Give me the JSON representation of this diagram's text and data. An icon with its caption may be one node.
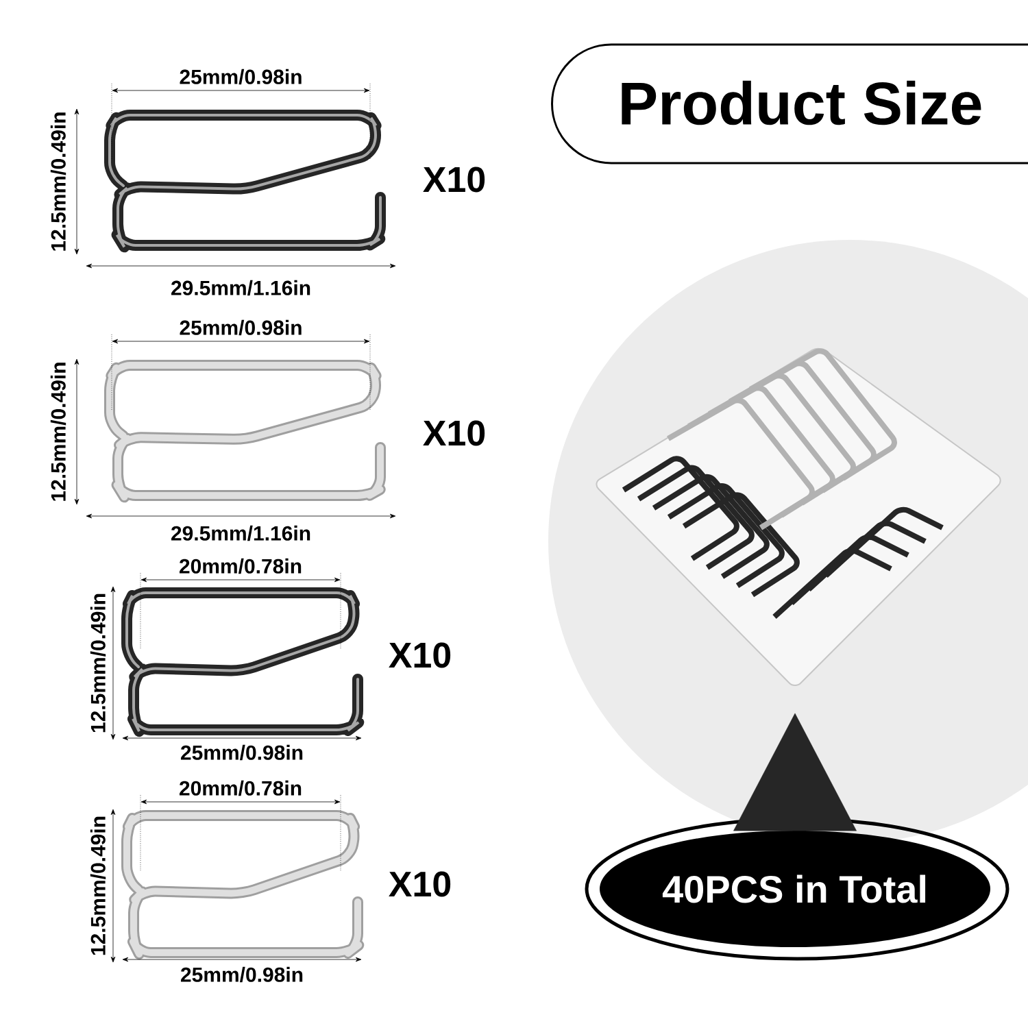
{
  "diagram": {
    "title": "Product Size",
    "nodes": [
      {
        "text": [
          "40PCS in Total"
        ]
      },
      {
        "text": [],
        "shape": "picture"
      }
    ],
    "edges": [
      {
        "from": 0,
        "to": 1,
        "arrow": "to"
      }
    ],
    "labels": [
      "25mm/0.98in",
      "12.5mm/0.49in",
      "X10",
      "29.5mm/1.16in",
      "25mm/0.98in",
      "12.5mm/0.49in",
      "X10",
      "29.5mm/1.16in",
      "20mm/0.78in",
      "12.5mm/0.49in",
      "X10",
      "25mm/0.98in",
      "20mm/0.78in",
      "12.5mm/0.49in",
      "X10",
      "25mm/0.98in"
    ]
  }
}
